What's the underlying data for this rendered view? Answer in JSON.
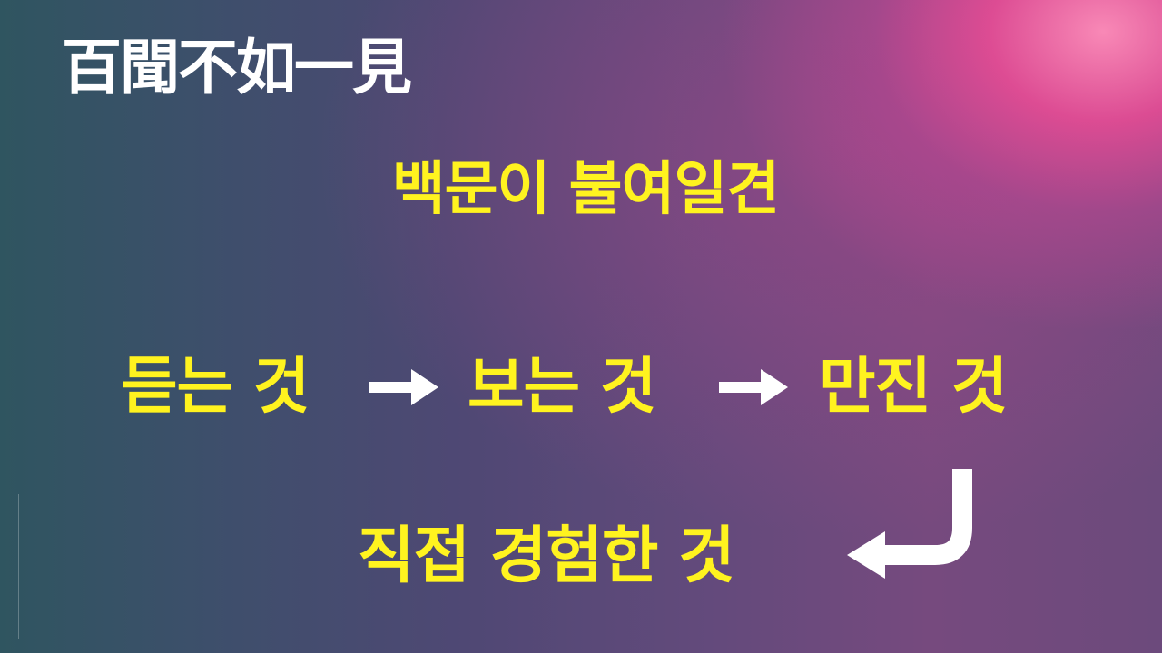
{
  "slide": {
    "hanja_title": "百聞不如一見",
    "korean_title": "백문이 불여일견",
    "steps": [
      {
        "label": "듣는 것"
      },
      {
        "label": "보는 것"
      },
      {
        "label": "만진 것"
      }
    ],
    "result": "직접 경험한 것"
  },
  "icons": {
    "step_arrow": "right-arrow-icon",
    "result_arrow": "return-arrow-icon"
  },
  "colors": {
    "title_white": "#ffffff",
    "text_yellow": "#fff31f",
    "arrow_white": "#ffffff",
    "background_left": "#2f5560",
    "background_mid": "#644a7c",
    "background_highlight_pink": "#ec4c96"
  }
}
